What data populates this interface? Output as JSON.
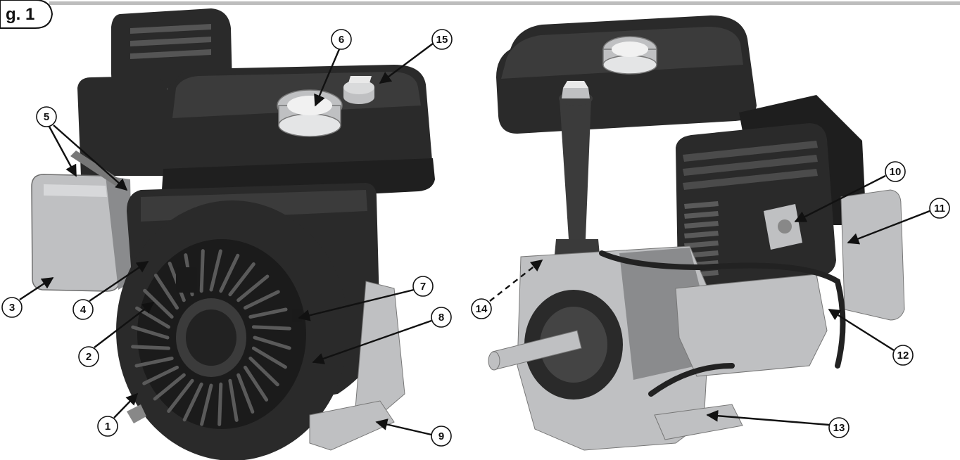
{
  "figure": {
    "tab_label": "g. 1"
  },
  "callouts": [
    "1",
    "2",
    "3",
    "4",
    "5",
    "6",
    "7",
    "8",
    "9",
    "10",
    "11",
    "12",
    "13",
    "14",
    "15"
  ],
  "colors": {
    "engine_body": "#2a2a2a",
    "metal": "#bfc0c2",
    "rule": "#bdbdbd"
  }
}
